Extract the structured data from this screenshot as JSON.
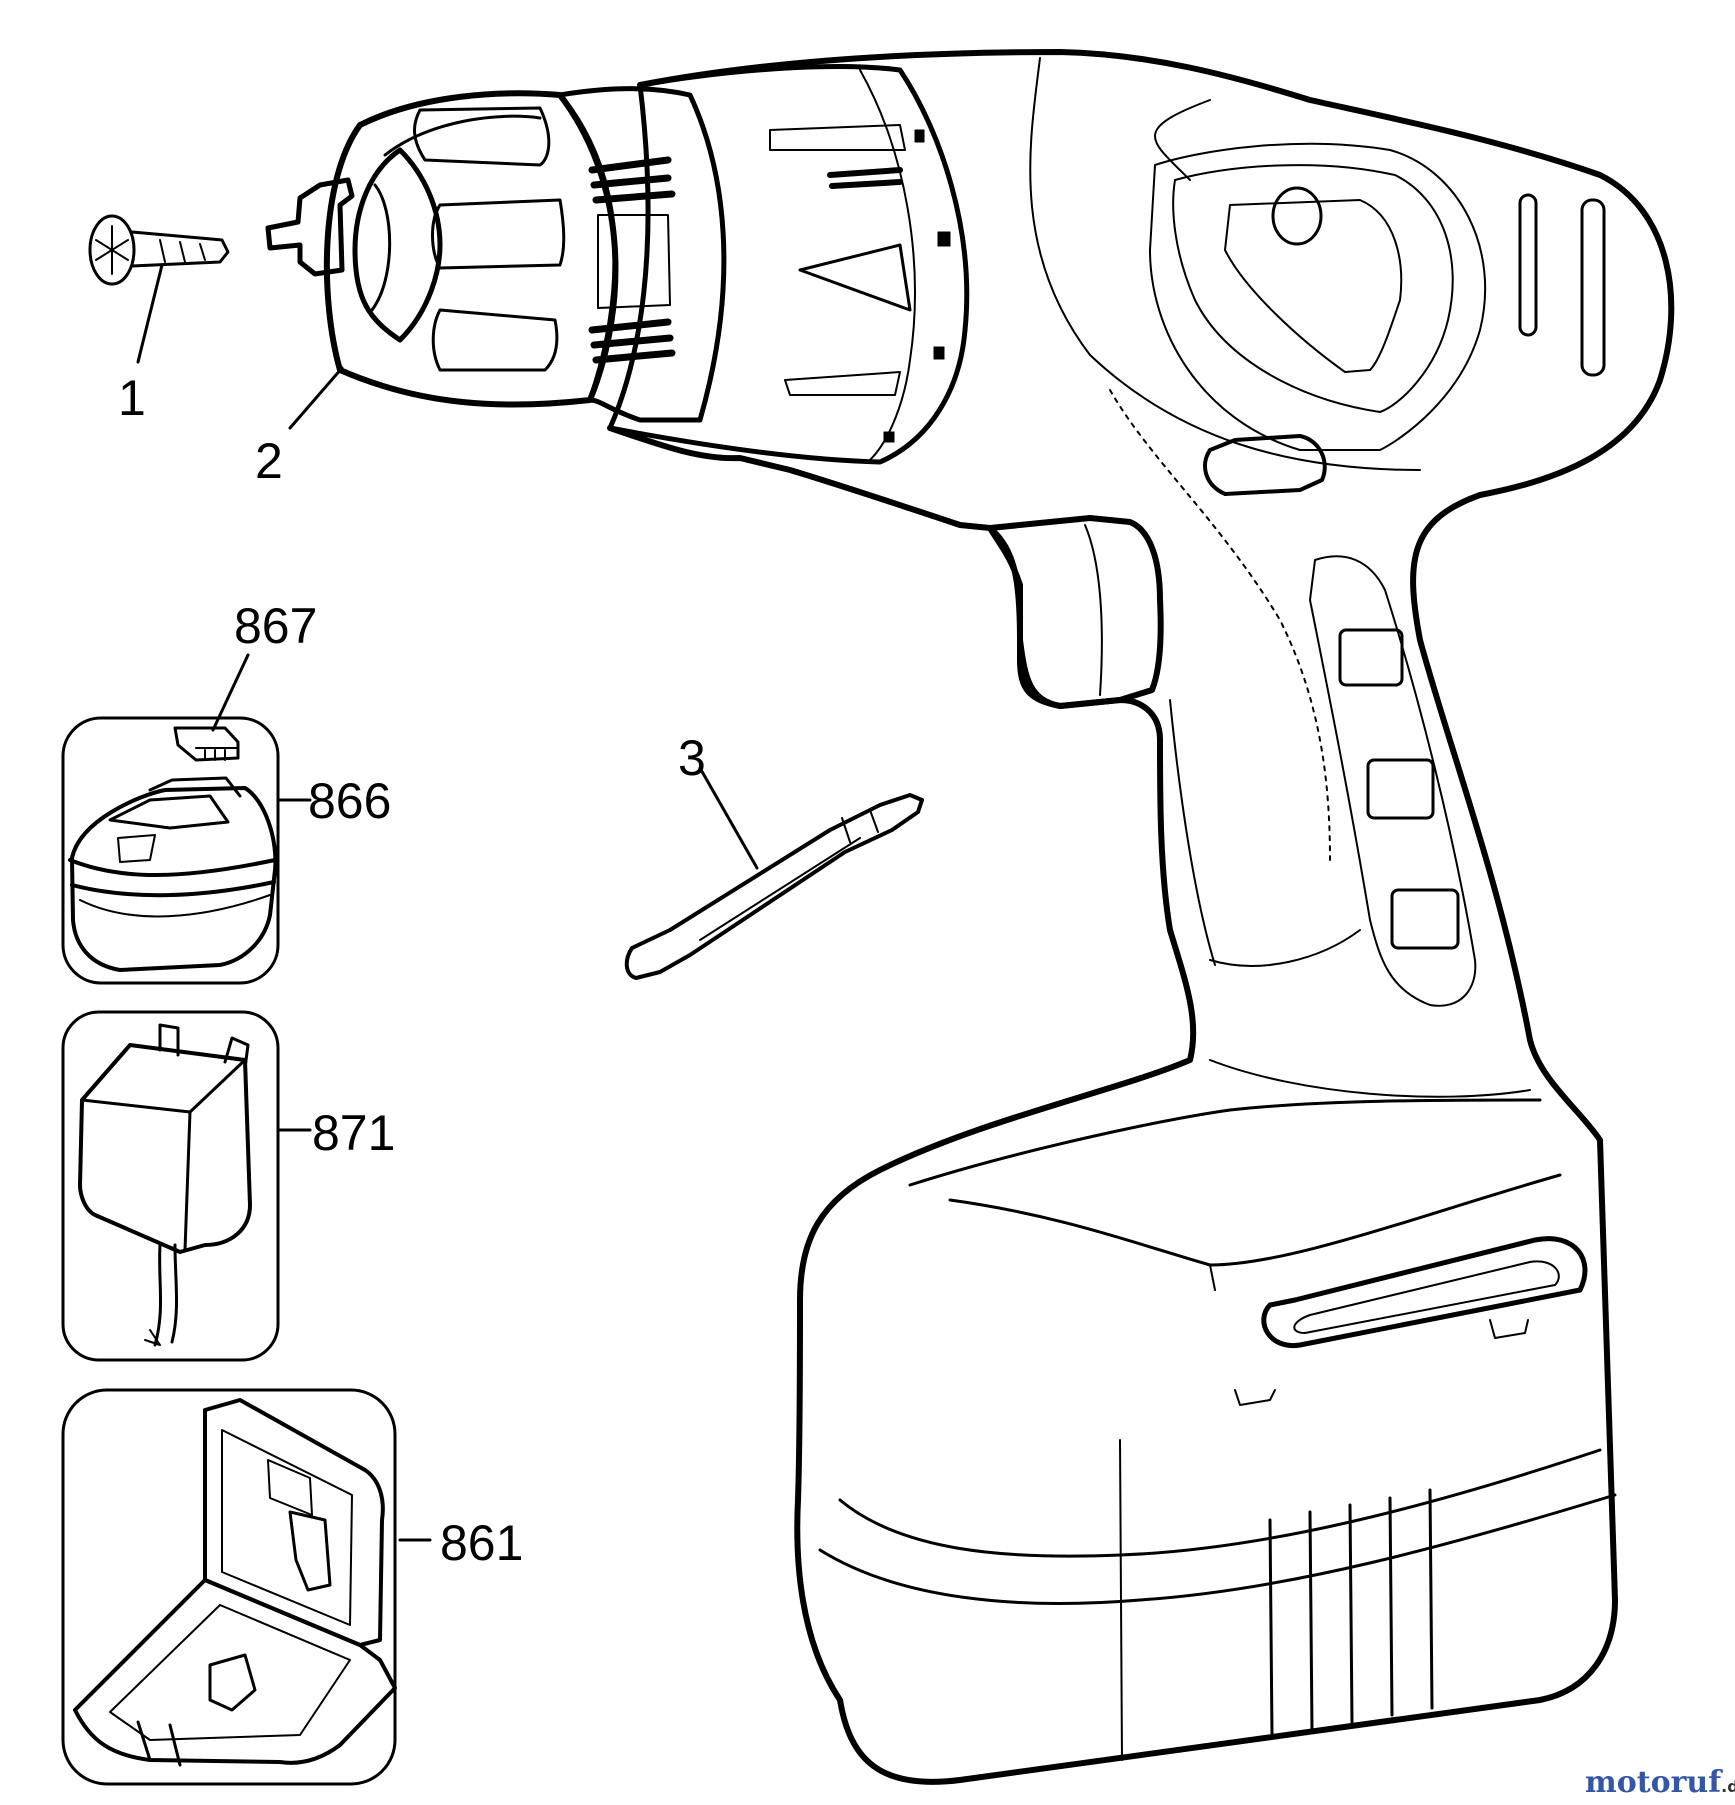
{
  "callouts": {
    "screw": "1",
    "chuck": "2",
    "bit": "3",
    "battery_cover": "867",
    "battery": "866",
    "charger": "871",
    "case": "861"
  },
  "watermark": {
    "brand": "motoruf",
    "tld": ".de"
  },
  "colors": {
    "line": "#000000",
    "background": "#ffffff",
    "watermark_m": "#3355aa",
    "watermark_o": "#c03030",
    "watermark_t": "#2a8a3a"
  }
}
